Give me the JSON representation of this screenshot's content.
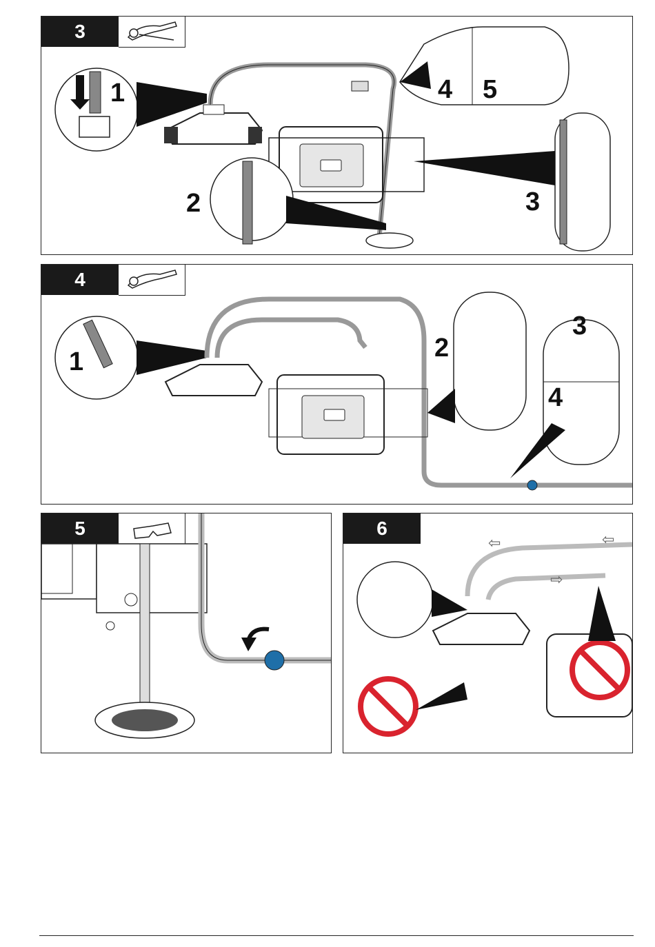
{
  "panels": {
    "p3": {
      "step": "3",
      "callouts": [
        "1",
        "2",
        "3",
        "4",
        "5"
      ],
      "tool": "pipe-cutter-icon"
    },
    "p4": {
      "step": "4",
      "callouts": [
        "1",
        "2",
        "3",
        "4"
      ],
      "tool": "pipe-cutter-icon"
    },
    "p5": {
      "step": "5",
      "tool": "safety-glasses-icon"
    },
    "p6": {
      "step": "6"
    }
  },
  "colors": {
    "accent_blue": "#1f6fa8",
    "prohibit_red": "#d9232e",
    "ink": "#222222",
    "tube": "#9a9a9a"
  }
}
